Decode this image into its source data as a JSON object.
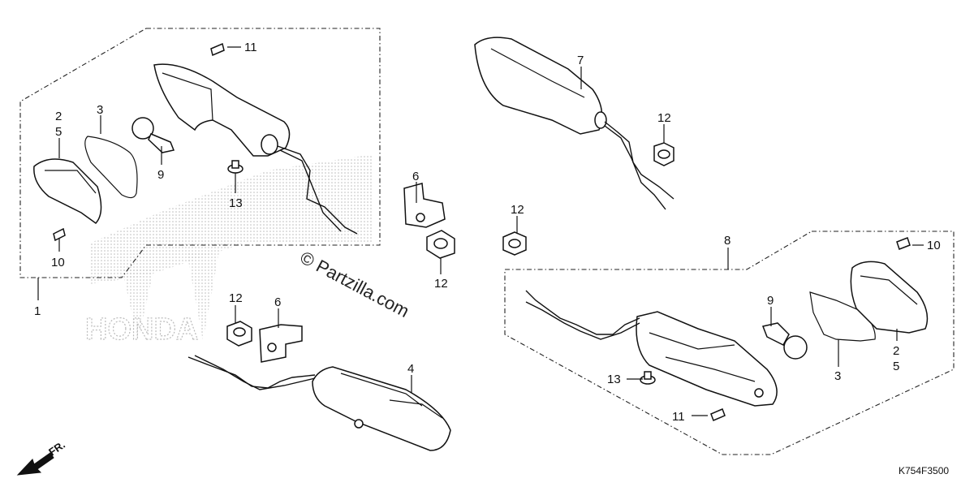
{
  "watermark": "© Partzilla.com",
  "diagram_code": "K754F3500",
  "direction": "FR.",
  "background_brand": "HONDA",
  "callouts": {
    "c1": "1",
    "c2a": "2",
    "c5a": "5",
    "c3a": "3",
    "c9a": "9",
    "c10a": "10",
    "c11a": "11",
    "c13a": "13",
    "c6a": "6",
    "c12a": "12",
    "c12b": "12",
    "c6b": "6",
    "c4": "4",
    "c7": "7",
    "c12c": "12",
    "c12d": "12",
    "c8": "8",
    "c10b": "10",
    "c9b": "9",
    "c2b": "2",
    "c5b": "5",
    "c3b": "3",
    "c13b": "13",
    "c11b": "11"
  }
}
